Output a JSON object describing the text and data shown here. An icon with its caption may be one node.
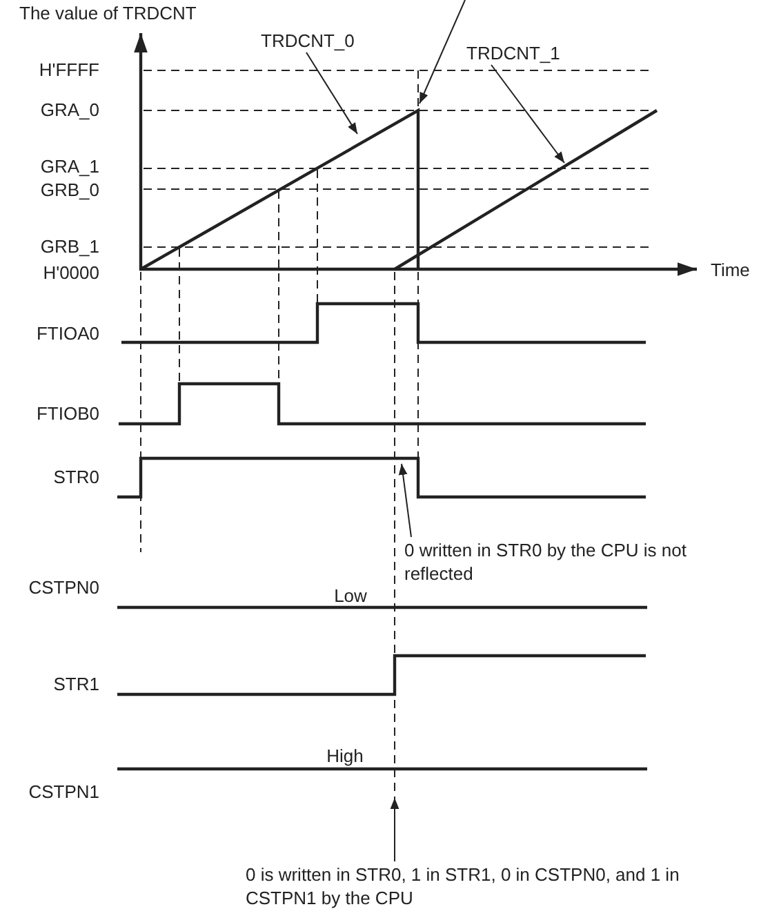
{
  "diagram": {
    "nodes": [
      {
        "text": [
          "TRDCNT_0"
        ]
      },
      {
        "text": [
          "TRDCNT_1"
        ]
      },
      {
        "text": [
          "0 written in STR0 by the CPU is not reflected"
        ]
      },
      {
        "text": [
          "0 is written in STR0, 1 in STR1, 0 in CSTPN0, and 1 in CSTPN1 by the CPU"
        ]
      }
    ],
    "edges": [
      {
        "from": 0,
        "to": null,
        "arrow": "to"
      },
      {
        "from": 1,
        "to": null,
        "arrow": "to"
      },
      {
        "from": 2,
        "to": null,
        "arrow": "to"
      },
      {
        "from": 3,
        "to": null,
        "arrow": "to"
      }
    ],
    "labels": [
      "The value of TRDCNT",
      "H'FFFF",
      "GRA_0",
      "GRA_1",
      "GRB_0",
      "GRB_1",
      "H'0000",
      "Time",
      "FTIOA0",
      "FTIOB0",
      "STR0",
      "CSTPN0",
      "Low",
      "STR1",
      "High",
      "CSTPN1"
    ]
  }
}
